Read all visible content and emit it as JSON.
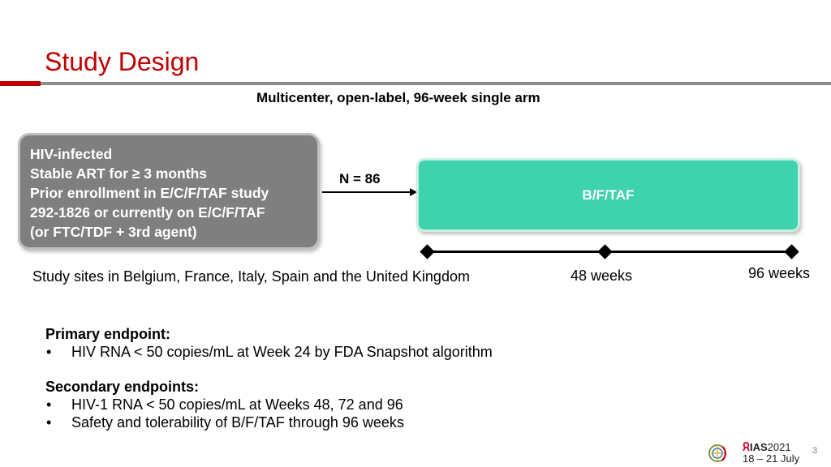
{
  "slide": {
    "title": "Study Design",
    "subtitle": "Multicenter, open-label, 96-week single arm",
    "page_number": "3"
  },
  "eligibility": {
    "lines": [
      "HIV-infected",
      "Stable ART for ≥ 3 months",
      "Prior enrollment in E/C/F/TAF study",
      "292-1826 or currently on E/C/F/TAF",
      "(or FTC/TDF + 3rd agent)"
    ]
  },
  "enrollment": {
    "n_label": "N = 86"
  },
  "arm": {
    "label": "B/F/TAF"
  },
  "timeline": {
    "milestones": [
      "48 weeks",
      "96 weeks"
    ]
  },
  "sites": "Study sites in Belgium, France, Italy, Spain and the United Kingdom",
  "endpoints": {
    "primary_heading": "Primary endpoint:",
    "primary_items": [
      "HIV RNA < 50 copies/mL at Week 24 by FDA Snapshot algorithm"
    ],
    "secondary_heading": "Secondary endpoints:",
    "secondary_items": [
      "HIV-1 RNA < 50 copies/mL at Weeks 48, 72 and 96",
      "Safety and tolerability of B/F/TAF through 96 weeks"
    ],
    "bullet": "•"
  },
  "footer": {
    "logo_brand": "IAS",
    "logo_year": "2021",
    "logo_dates": "18 – 21 July",
    "logo_icon": "globe-people-icon",
    "ribbon_color": "#d0021b"
  },
  "colors": {
    "title_red": "#c00000",
    "box_grey": "#7f7f7f",
    "arm_green": "#3ed2ad"
  }
}
